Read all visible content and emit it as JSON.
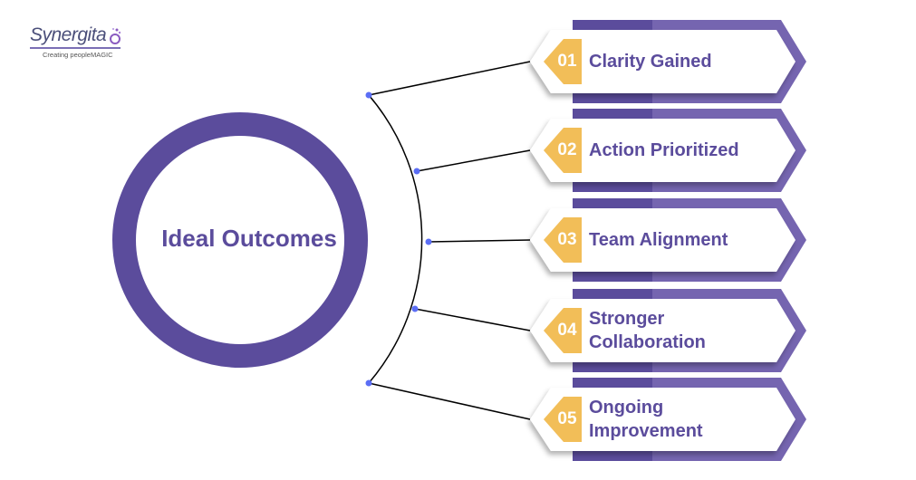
{
  "logo": {
    "name": "Synergita",
    "tagline": "Creating peopleMAGIC"
  },
  "center": {
    "label": "Ideal Outcomes"
  },
  "colors": {
    "primary": "#5b4c9c",
    "accent": "#f2be58",
    "line": "#000000",
    "dot": "#5b6ef5"
  },
  "items": [
    {
      "number": "01",
      "line1": "Clarity Gained",
      "line2": ""
    },
    {
      "number": "02",
      "line1": "Action Prioritized",
      "line2": ""
    },
    {
      "number": "03",
      "line1": "Team Alignment",
      "line2": ""
    },
    {
      "number": "04",
      "line1": "Stronger",
      "line2": "Collaboration"
    },
    {
      "number": "05",
      "line1": "Ongoing",
      "line2": "Improvement"
    }
  ]
}
